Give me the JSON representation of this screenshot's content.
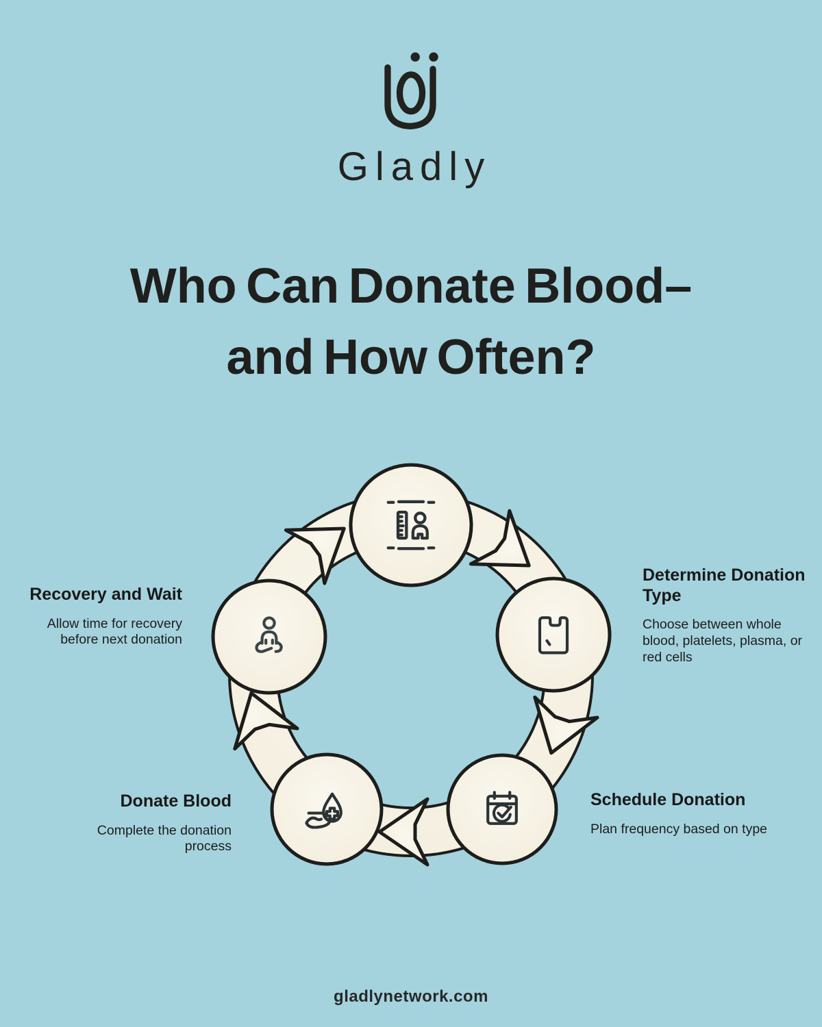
{
  "brand": {
    "name": "Gladly",
    "logo_icon": "gladly-monogram-icon"
  },
  "title": {
    "line1": "Who Can Donate Blood–",
    "line2": "and How Often?"
  },
  "cycle": {
    "description": "clockwise five-step blood donation cycle",
    "steps": [
      {
        "id": "eligibility",
        "icon": "height-measure-person-icon",
        "label": "",
        "description": ""
      },
      {
        "id": "determine",
        "icon": "blood-bag-icon",
        "label": "Determine Donation Type",
        "description": "Choose between whole blood, platelets, plasma, or red cells"
      },
      {
        "id": "schedule",
        "icon": "calendar-check-icon",
        "label": "Schedule Donation",
        "description": "Plan frequency based on type"
      },
      {
        "id": "donate",
        "icon": "hand-blood-drop-icon",
        "label": "Donate Blood",
        "description": "Complete the donation process"
      },
      {
        "id": "recovery",
        "icon": "meditating-person-icon",
        "label": "Recovery and Wait",
        "description": "Allow time for recovery before next donation"
      }
    ]
  },
  "footer": {
    "website": "gladlynetwork.com"
  },
  "colors": {
    "background": "#a4d3de",
    "panel_cream": "#f7f2e4",
    "outline": "#1d1d1b",
    "icon_stroke": "#333b3d",
    "text": "#1f1f1d"
  }
}
